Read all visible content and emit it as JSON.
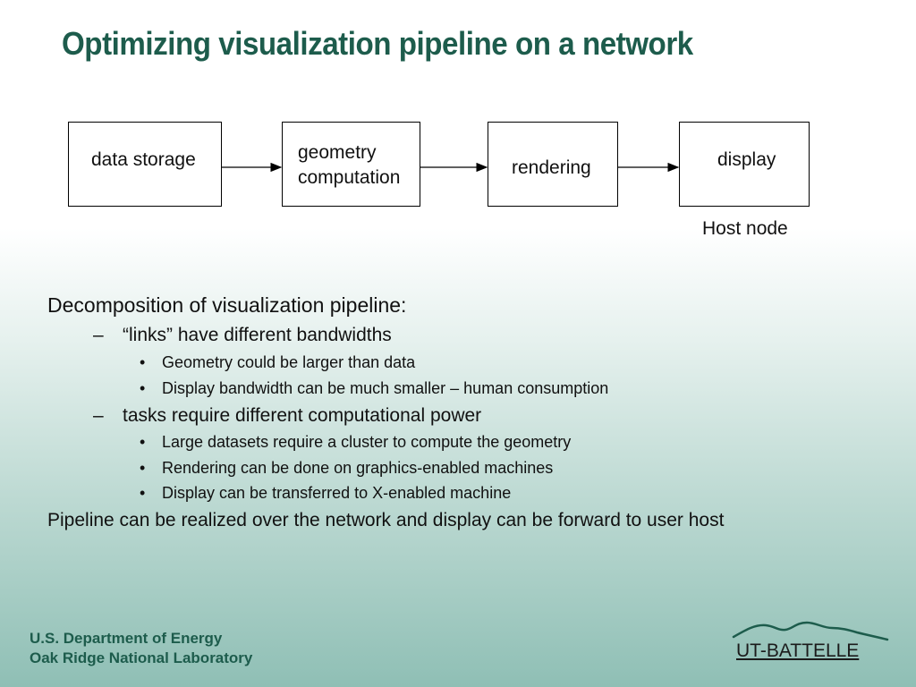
{
  "title": "Optimizing visualization pipeline on a network",
  "pipeline": {
    "stages": [
      "data storage",
      "geometry computation",
      "rendering",
      "display"
    ],
    "host_label": "Host node"
  },
  "content": {
    "heading": "Decomposition of visualization pipeline:",
    "sub1": "“links” have different bandwidths",
    "sub1_bullets": [
      "Geometry could be larger than data",
      "Display bandwidth can be much smaller – human consumption"
    ],
    "sub2": "tasks require different computational power",
    "sub2_bullets": [
      "Large datasets require a cluster to compute the geometry",
      "Rendering can be done on graphics-enabled machines",
      "Display can be transferred to X-enabled machine"
    ],
    "conclusion": "Pipeline can be realized over the network and display can be forward to user host"
  },
  "footer": {
    "line1": "U.S. Department of Energy",
    "line2": "Oak Ridge National Laboratory",
    "logo_text": "UT-BATTELLE"
  }
}
